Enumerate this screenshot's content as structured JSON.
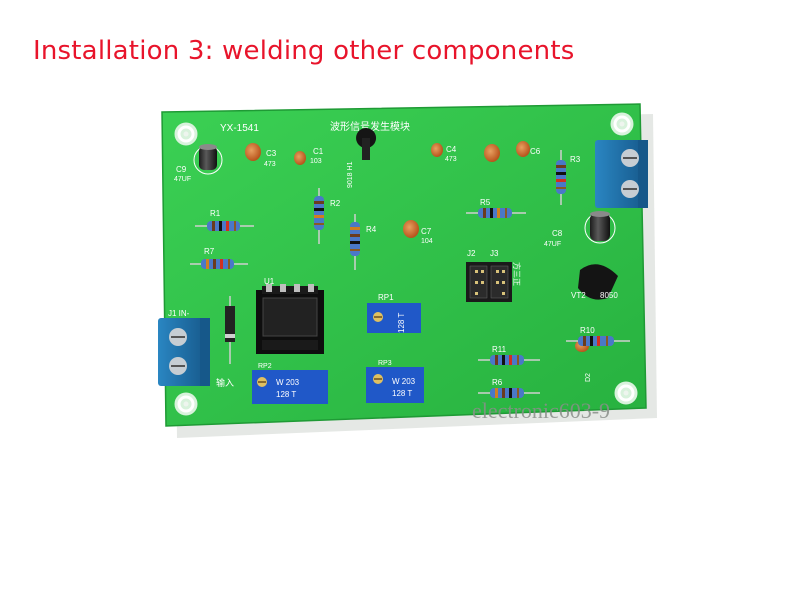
{
  "title": "Installation 3: welding other components",
  "board": {
    "model": "YX-1541",
    "name_cn": "波形信号发生模块",
    "label_input_cn": "输入",
    "label_jumpers_cn": "方三正",
    "label_j1": "J1 IN-",
    "label_j2": "J2",
    "label_j3": "J3"
  },
  "components": {
    "c9": "C9",
    "c9_val": "47UF",
    "c3": "C3",
    "c3_val": "473",
    "c1": "C1",
    "c1_val": "103",
    "c4": "C4",
    "c4_val": "473",
    "c6": "C6",
    "c7": "C7",
    "c7_val": "104",
    "c8": "C8",
    "c8_val": "47UF",
    "r1": "R1",
    "r2": "R2",
    "r3": "R3",
    "r4": "R4",
    "r5": "R5",
    "r6": "R6",
    "r7": "R7",
    "r10": "R10",
    "r11": "R11",
    "u1": "U1",
    "rp1": "RP1",
    "rp2": "RP2",
    "rp3": "RP3",
    "pot_code": "W 203",
    "pot_code2": "128 T",
    "vt1": "9018 H1",
    "vt2": "VT2",
    "vt2_val": "8050",
    "d2": "D2"
  },
  "watermark": "electronic603-9",
  "colors": {
    "title": "#e8142b",
    "pcb": "#2fc24a",
    "terminal": "#1f6fa6",
    "potentiometer": "#2058c8",
    "resistor": "#4a78c8"
  }
}
